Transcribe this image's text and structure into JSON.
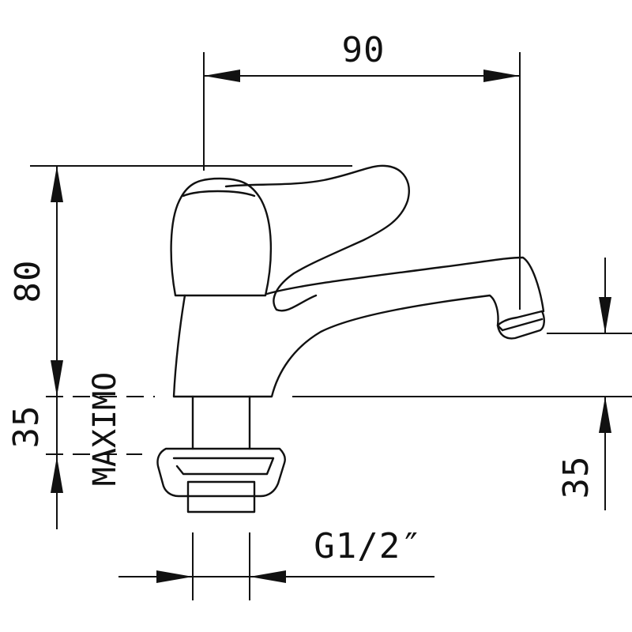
{
  "drawing": {
    "dimensions": {
      "width_label": "90",
      "height_label": "80",
      "shank_label": "35",
      "outlet_label": "35",
      "maximo_label": "MAXIMO",
      "thread_label": "G1/2″"
    }
  }
}
